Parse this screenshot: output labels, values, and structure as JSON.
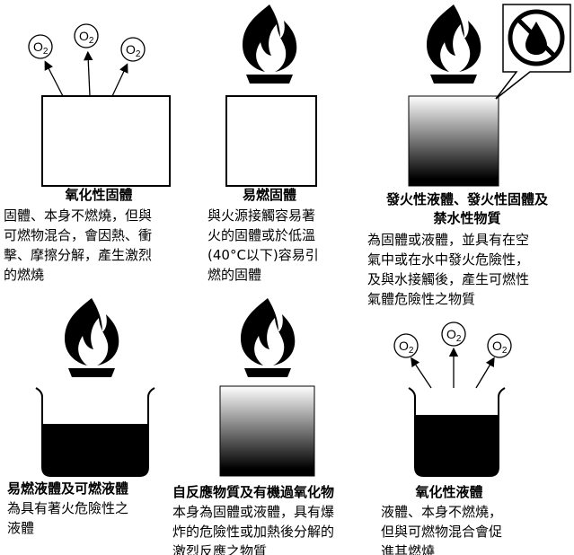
{
  "o2_label": "O2",
  "panels": [
    {
      "title": [
        "氧化性固體"
      ],
      "lines": [
        "固體、本身不燃燒，但與",
        "可燃物混合，會因熱、衝",
        "擊、摩擦分解，產生激烈",
        "的燃燒"
      ]
    },
    {
      "title": [
        "易燃固體"
      ],
      "lines": [
        "與火源接觸容易著",
        "火的固體或於低溫",
        "(40°C以下)容易引",
        "燃的固體"
      ]
    },
    {
      "title": [
        "發火性液體、發火性固體及",
        "禁水性物質"
      ],
      "lines": [
        "為固體或液體，並具有在空",
        "氣中或在水中發火危險性，",
        "及與水接觸後，產生可燃性",
        "氣體危險性之物質"
      ]
    },
    {
      "title": [
        "易燃液體及可燃液體"
      ],
      "lines": [
        "為具有著火危險性之",
        "液體"
      ]
    },
    {
      "title": [
        "自反應物質及有機過氧化物"
      ],
      "lines": [
        "本身為固體或液體，具有爆",
        "炸的危險性或加熱後分解的",
        "激烈反應之物質"
      ]
    },
    {
      "title": [
        "氧化性液體"
      ],
      "lines": [
        "液體、本身不燃燒，",
        "但與可燃物混合會促",
        "進其燃燒"
      ]
    }
  ]
}
